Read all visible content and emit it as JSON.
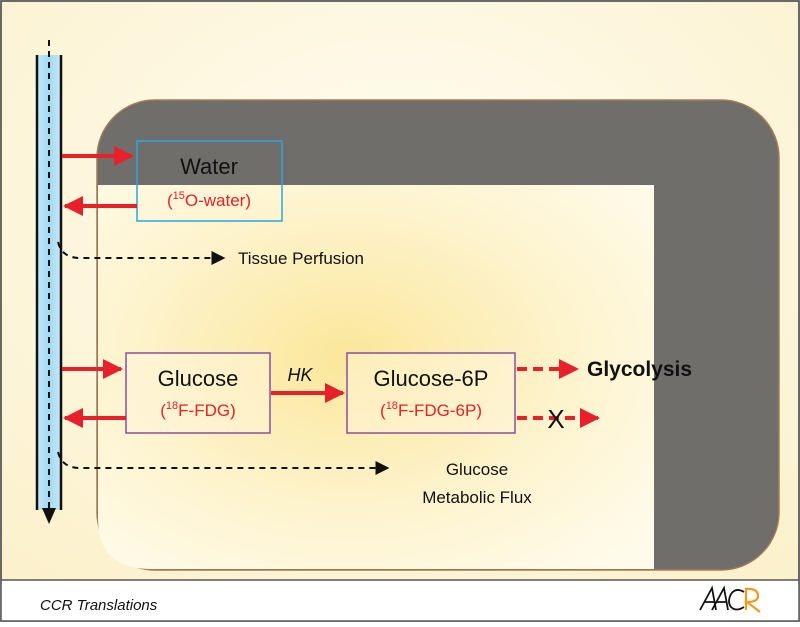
{
  "boxes": {
    "water": {
      "name": "Water",
      "tracer_pre": "(",
      "tracer_sup": "15",
      "tracer_post": "O-water)"
    },
    "glucose": {
      "name": "Glucose",
      "tracer_pre": "(",
      "tracer_sup": "18",
      "tracer_post": "F-FDG)"
    },
    "glucose6p": {
      "name": "Glucose-6P",
      "tracer_pre": "(",
      "tracer_sup": "18",
      "tracer_post": "F-FDG-6P)"
    }
  },
  "labels": {
    "tissue_perfusion": "Tissue Perfusion",
    "hk": "HK",
    "glycolysis": "Glycolysis",
    "blocked_mark": "X",
    "glucose_flux_line1": "Glucose",
    "glucose_flux_line2": "Metabolic Flux"
  },
  "footer": {
    "journal": "CCR Translations",
    "logo_text": "AACR"
  },
  "colors": {
    "arrow_red": "#e8202a",
    "tracer_red": "#e8202a",
    "water_box": "#2aa7df",
    "glucose_box": "#8a4fa0",
    "vessel_fill": "#a9dcf2",
    "cell_dark": "#6f6e6b",
    "logo_orange": "#f39a1c"
  }
}
